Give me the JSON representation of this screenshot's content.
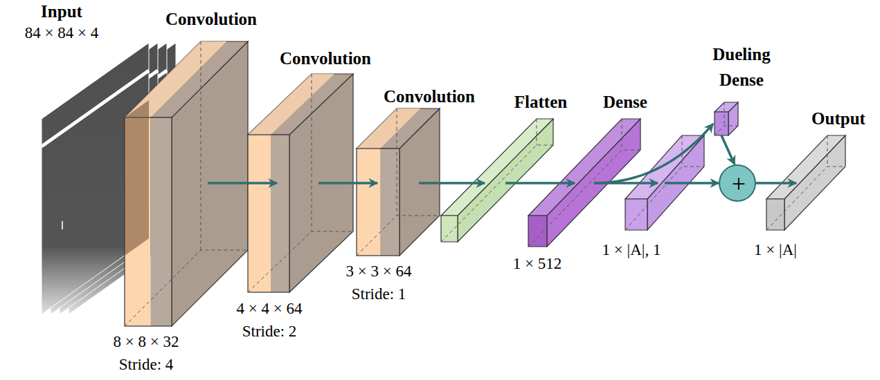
{
  "diagram": {
    "nodes": [
      {
        "text": [
          "Input",
          "84 × 84 × 4"
        ]
      },
      {
        "text": [
          "Convolution",
          "8 × 8 × 32",
          "Stride: 4"
        ]
      },
      {
        "text": [
          "Convolution",
          "4 × 4 × 64",
          "Stride: 2"
        ]
      },
      {
        "text": [
          "Convolution",
          "3 × 3 × 64",
          "Stride: 1"
        ]
      },
      {
        "text": [
          "Flatten"
        ]
      },
      {
        "text": [
          "Dense",
          "1 × 512"
        ]
      },
      {
        "text": [
          "Dueling Dense"
        ]
      },
      {
        "text": [
          "1 × |A|, 1"
        ]
      },
      {
        "text": [
          "+"
        ]
      },
      {
        "text": [
          "Output",
          "1 × |A|"
        ]
      }
    ],
    "edges": [
      {
        "from": 1,
        "to": 2,
        "arrow": "to"
      },
      {
        "from": 2,
        "to": 3,
        "arrow": "to"
      },
      {
        "from": 3,
        "to": 4,
        "arrow": "to"
      },
      {
        "from": 4,
        "to": 5,
        "arrow": "to"
      },
      {
        "from": 5,
        "to": 6,
        "arrow": "to"
      },
      {
        "from": 5,
        "to": 7,
        "arrow": "to"
      },
      {
        "from": 6,
        "to": 8,
        "arrow": "to"
      },
      {
        "from": 7,
        "to": 8,
        "arrow": "to"
      },
      {
        "from": 8,
        "to": 9,
        "arrow": "to"
      }
    ]
  }
}
